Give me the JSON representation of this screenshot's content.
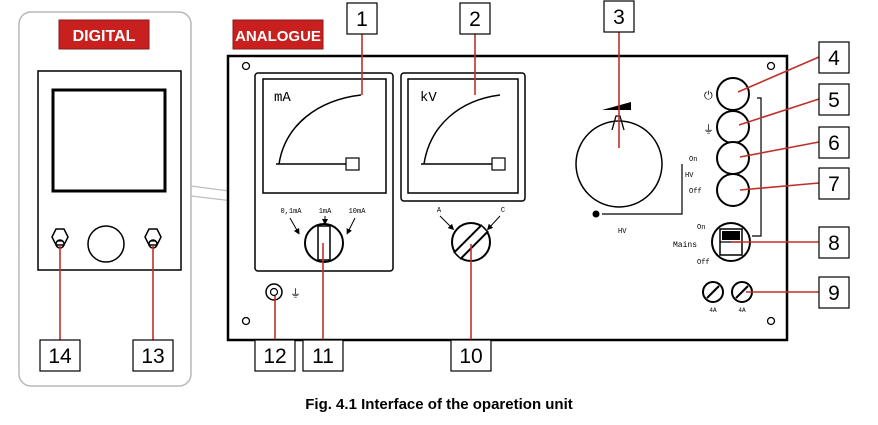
{
  "labels": {
    "digital": "DIGITAL",
    "analogue": "ANALOGUE"
  },
  "callouts": [
    "1",
    "2",
    "3",
    "4",
    "5",
    "6",
    "7",
    "8",
    "9",
    "10",
    "11",
    "12",
    "13",
    "14"
  ],
  "meters": {
    "ma_unit": "mA",
    "kv_unit": "kV"
  },
  "range_switch": {
    "positions": [
      "0,1mA",
      "1mA",
      "10mA"
    ]
  },
  "mode_switch": {
    "positions": [
      "A",
      "C"
    ]
  },
  "panel_text": {
    "hv_knob": "HV",
    "hv_group": "HV",
    "hv_on": "On",
    "hv_off": "Off",
    "mains_on": "On",
    "mains": "Mains",
    "mains_off": "Off",
    "fuse_1": "4A",
    "fuse_2": "4A"
  },
  "caption": "Fig. 4.1 Interface of the oparetion unit",
  "colors": {
    "badge_red": "#c8201e",
    "callout_red": "#c0302a"
  },
  "icons": [
    "power-icon",
    "ground-icon",
    "ground-icon",
    "hv-ramp-icon"
  ]
}
